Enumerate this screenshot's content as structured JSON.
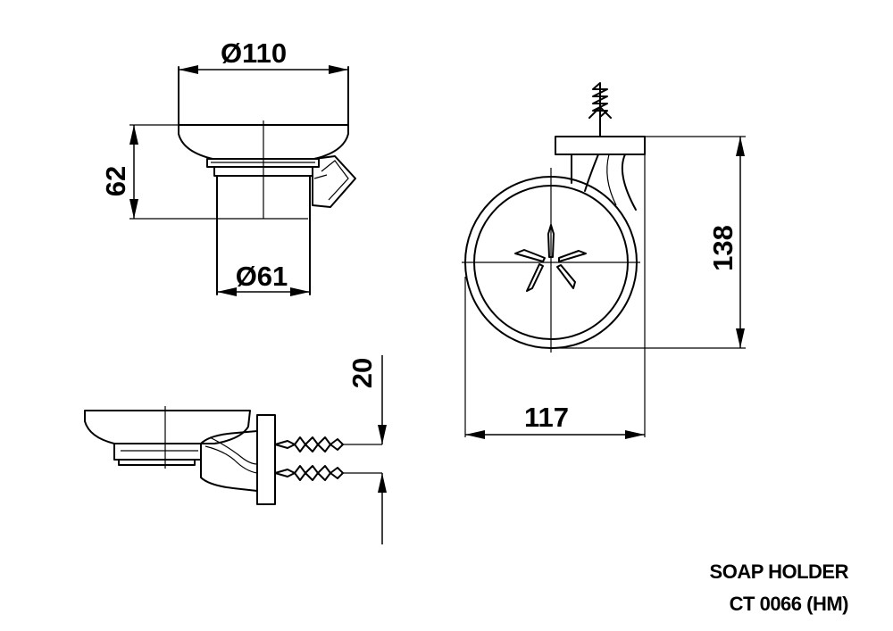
{
  "dimensions": {
    "bowl_diameter": "Ø110",
    "base_diameter": "Ø61",
    "height_side": "62",
    "height_front": "138",
    "depth": "117",
    "wall_offset": "20"
  },
  "title_block": {
    "product": "SOAP HOLDER",
    "model": "CT 0066 (HM)"
  }
}
